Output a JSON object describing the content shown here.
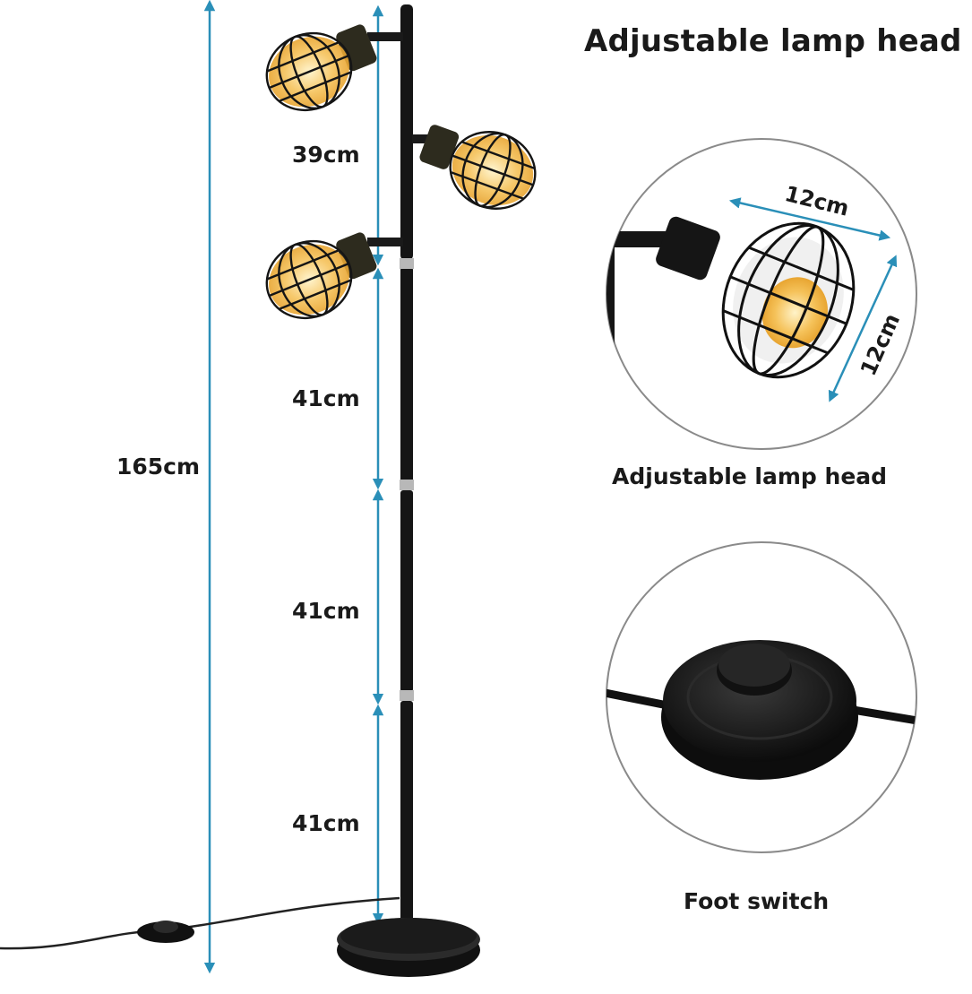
{
  "title": "Adjustable lamp head",
  "dimensions": {
    "total_height": "165cm",
    "arm_gap": "39cm",
    "pole_segments": [
      "41cm",
      "41cm",
      "41cm"
    ]
  },
  "inset_lamp_head": {
    "caption": "Adjustable lamp head",
    "width": "12cm",
    "height": "12cm"
  },
  "inset_switch": {
    "caption": "Foot switch"
  },
  "colors": {
    "dimension_line": "#2a8fb8",
    "lamp_black": "#111111",
    "bulb_glow": "#f5c25a",
    "circle_border": "#8a8a8a"
  }
}
